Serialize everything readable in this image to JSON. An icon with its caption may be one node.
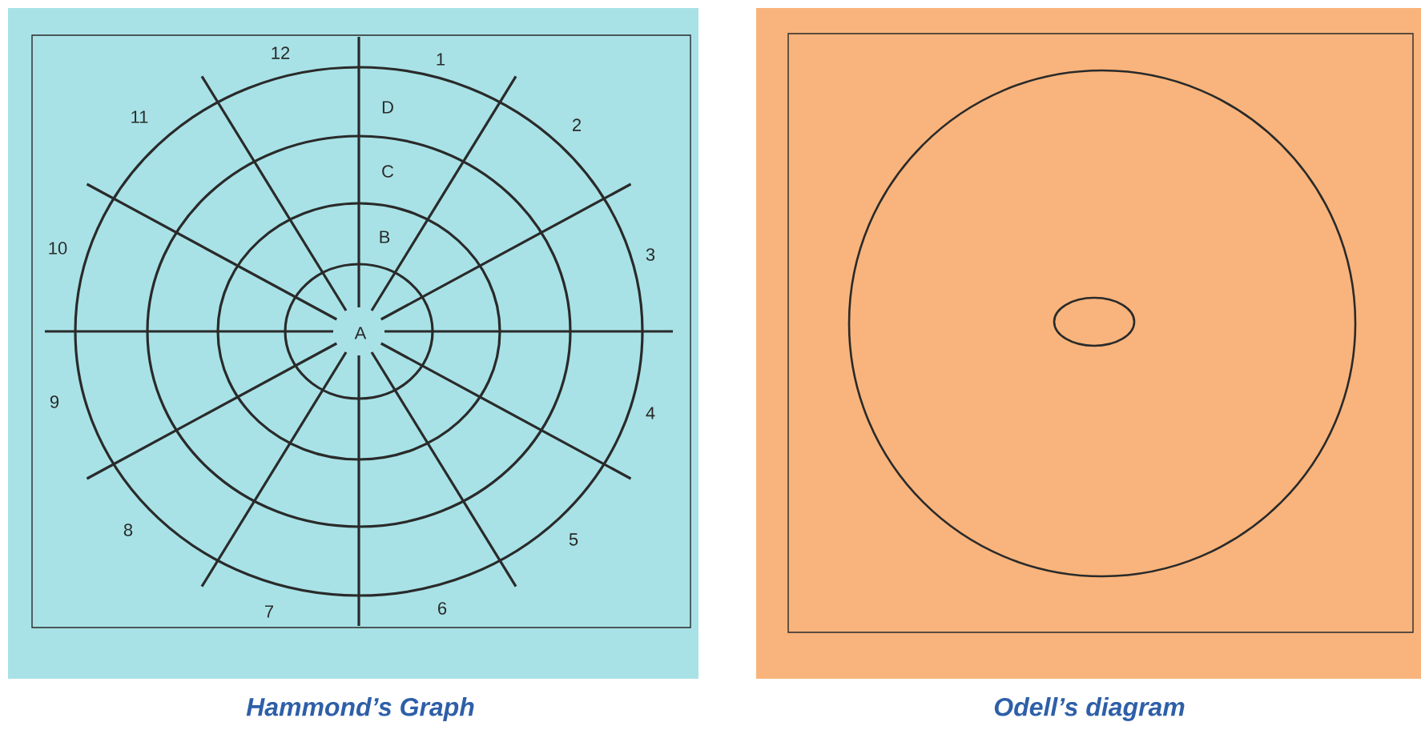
{
  "diagram": {
    "labels": [
      "12",
      "1",
      "11",
      "D",
      "2",
      "C",
      "10",
      "B",
      "3",
      "A",
      "9",
      "4",
      "8",
      "5",
      "7",
      "6",
      "Hammond’s Graph",
      "Odell’s diagram"
    ]
  }
}
